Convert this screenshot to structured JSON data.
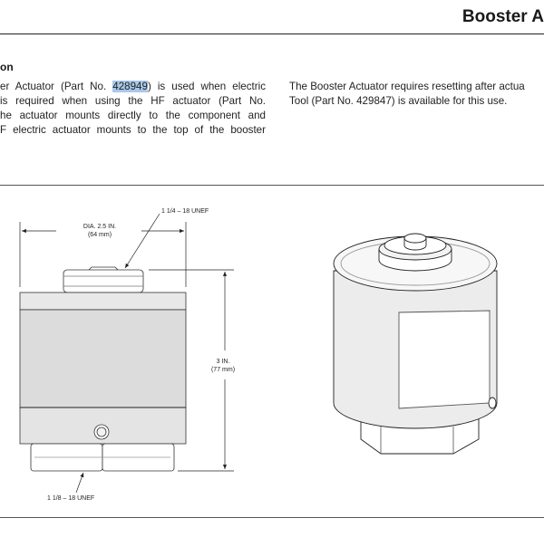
{
  "header": {
    "title": "Booster A"
  },
  "section": {
    "heading": "on"
  },
  "left_column": {
    "line1_pre": "er Actuator (Part No. ",
    "part_number": "428949",
    "line1_post": ") is used when electric",
    "line2": "is required when using the HF actuator (Part No.",
    "line3": "he actuator mounts directly to the component and",
    "line4": "F electric actuator  mounts to the top of the booster"
  },
  "right_column": {
    "line1": "The Booster Actuator requires resetting after actua",
    "line2": "Tool (Part No. 429847) is available for this use."
  },
  "figure": {
    "callout_top": "1 1/4 – 18 UNEF",
    "dia_label": "DIA. 2.5 IN.",
    "dia_metric": "(64 mm)",
    "height_label": "3 IN.",
    "height_metric": "(77 mm)",
    "callout_bottom": "1 1/8 – 18 UNEF"
  }
}
